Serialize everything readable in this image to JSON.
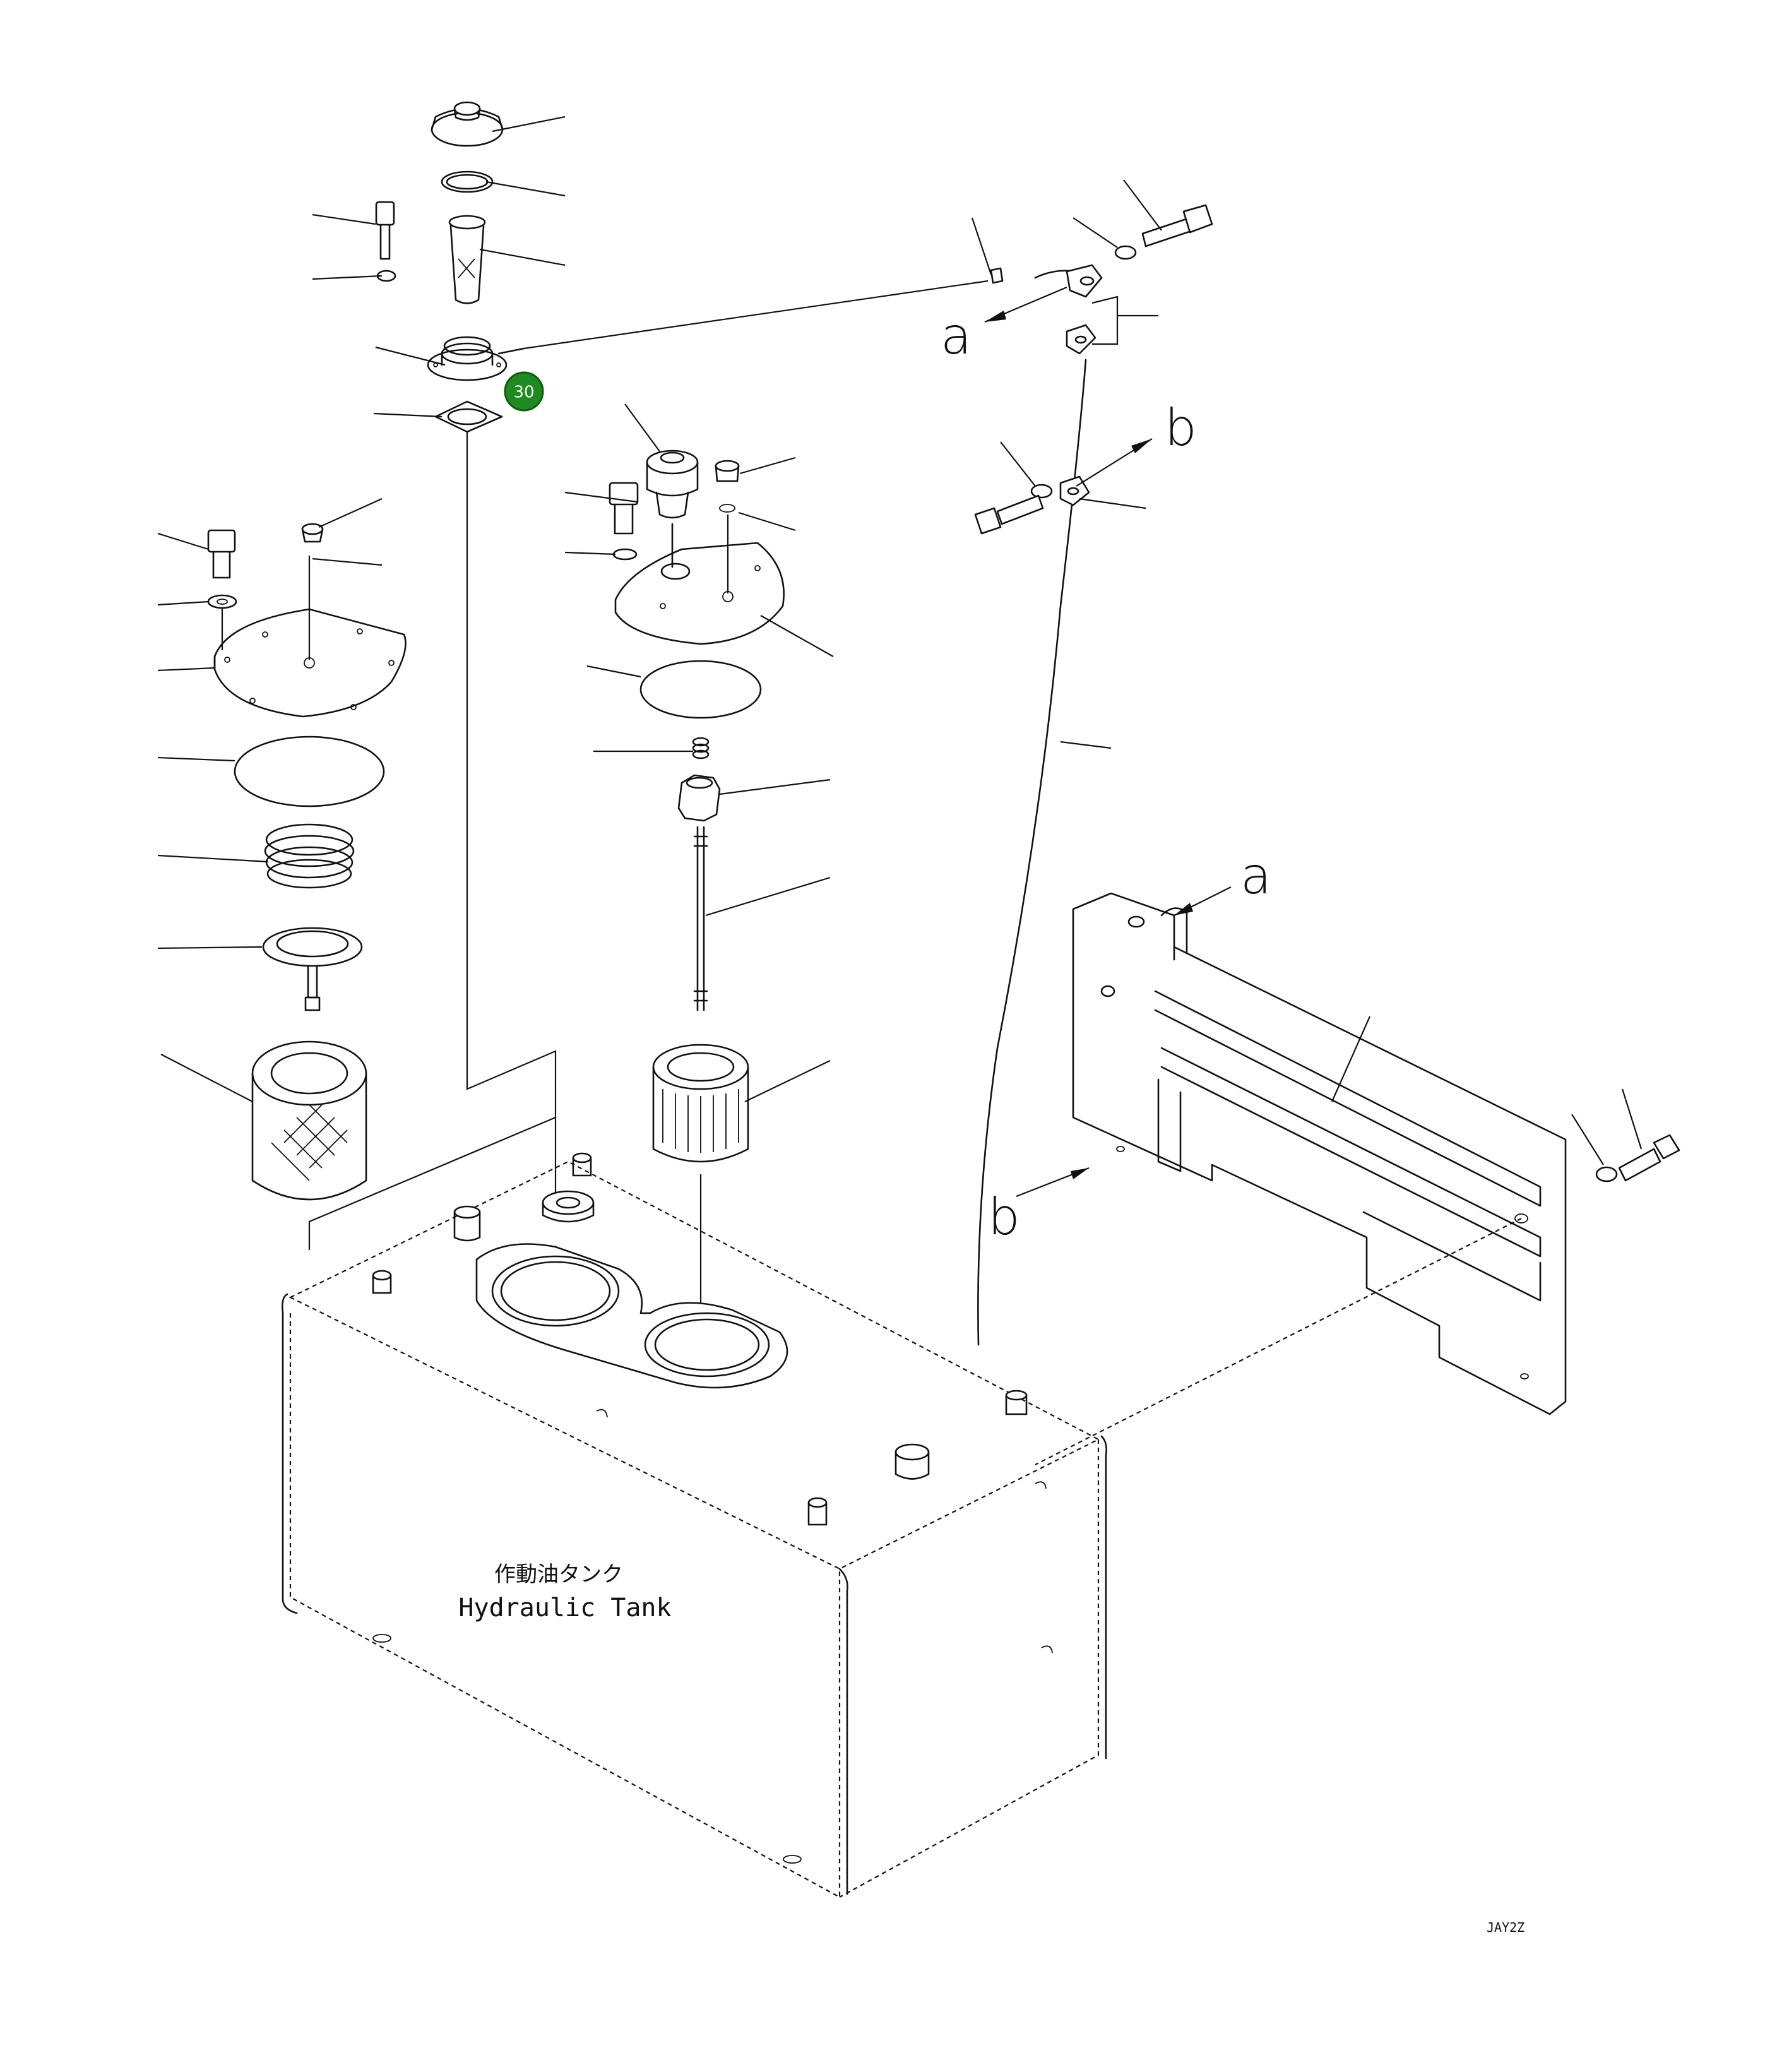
{
  "diagram": {
    "tank_label_jp": "作動油タンク",
    "tank_label_en": "Hydraulic Tank",
    "callout_badge": "30",
    "connector_letters": [
      "a",
      "a",
      "b",
      "b"
    ],
    "code_text": "JAY2Z",
    "badge_color": "#1f8a1f"
  }
}
